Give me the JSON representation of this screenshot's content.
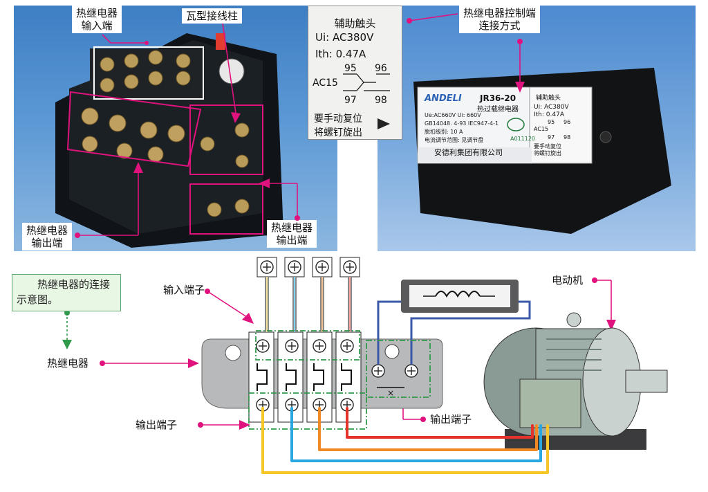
{
  "top_labels": {
    "relay_input": "热继电器\n输入端",
    "tile_terminal": "瓦型接线柱",
    "control_connection": "热继电器控制端\n连接方式",
    "relay_output_left": "热继电器\n输出端",
    "relay_output_right": "热继电器\n输出端"
  },
  "aux_contact_note": {
    "title": "辅助触头",
    "ui": "Ui: AC380V",
    "ith": "Ith: 0.47A",
    "n95": "95",
    "n96": "96",
    "ac15": "AC15",
    "n97": "97",
    "n98": "98",
    "reset1": "要手动复位",
    "reset2": "将螺钉旋出"
  },
  "nameplate": {
    "brand": "ANDELI",
    "model": "JR36-20",
    "title": "热过载继电器",
    "ue": "Ue:AC660V  Ui: 660V",
    "std": "GB14048. 4-93  IEC947-4-1",
    "trip": "脱扣级别: 10 A",
    "range": "电流调节范围: 见调节盘",
    "cert": "A011120",
    "company": "安德利集团有限公司",
    "aux_title": "辅助触头",
    "aux_ui": "Ui: AC380V",
    "aux_ith": "Ith: 0.47A",
    "aux_95": "95",
    "aux_96": "96",
    "aux_ac15": "AC15",
    "aux_97": "97",
    "aux_98": "98",
    "aux_reset1": "要手动复位",
    "aux_reset2": "将螺钉旋出"
  },
  "diagram": {
    "note": "热继电器的连接示意图。",
    "input_terminal": "输入端子",
    "relay": "热继电器",
    "output_terminal_left": "输出端子",
    "output_terminal_right": "输出端子",
    "motor": "电动机"
  },
  "colors": {
    "magenta": "#e0127e",
    "wire_red": "#e5322b",
    "wire_orange": "#f08a24",
    "wire_blue": "#29a7e1",
    "wire_yellow": "#f7c72a",
    "dash_green": "#2f9a4a",
    "control_wire": "#3b59a8"
  }
}
